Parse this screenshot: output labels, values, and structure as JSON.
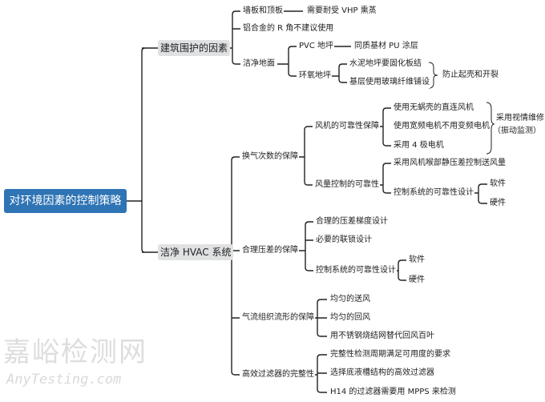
{
  "root": "对环境因素的控制策略",
  "building": {
    "label": "建筑围护的因素",
    "wall": "墙板和顶板",
    "wall_note": "需要耐受 VHP 熏蒸",
    "alloy": "铝合金的 R 角不建议使用",
    "floor": "洁净地面",
    "pvc": "PVC 地坪",
    "pvc_note": "同质基材 PU 涂层",
    "epoxy": "环氧地坪",
    "epoxy_items": [
      "水泥地坪要固化板结",
      "基层使用玻璃纤维铺设"
    ],
    "epoxy_summary": "防止起壳和开裂"
  },
  "hvac": {
    "label": "洁净 HVAC 系统",
    "air_change": {
      "label": "换气次数的保障",
      "fan": "风机的可靠性保障",
      "fan_items": [
        "使用无蜗壳的直连风机",
        "使用宽频电机不用变频电机",
        "采用 4 极电机"
      ],
      "fan_summary": [
        "采用视情维修",
        "（振动监测）"
      ],
      "airflow": "风量控制的可靠性",
      "airflow_items": [
        "采用风机喉部静压差控制送风量",
        "控制系统的可靠性设计"
      ],
      "control_items": [
        "软件",
        "硬件"
      ]
    },
    "pressure": {
      "label": "合理压差的保障",
      "items": [
        "合理的压差梯度设计",
        "必要的联锁设计",
        "控制系统的可靠性设计"
      ],
      "control_items": [
        "软件",
        "硬件"
      ]
    },
    "flow": {
      "label": "气流组织流形的保障",
      "items": [
        "均匀的送风",
        "均匀的回风",
        "用不锈钢烧结网替代回风百叶"
      ]
    },
    "filter": {
      "label": "高效过滤器的完整性",
      "items": [
        "完整性检测周期满足可用度的要求",
        "选择底液槽结构的高效过滤器",
        "H14 的过滤器需要用 MPPS 来检测"
      ]
    }
  },
  "watermark": [
    "嘉峪检测网",
    "AnyTesting.com"
  ]
}
